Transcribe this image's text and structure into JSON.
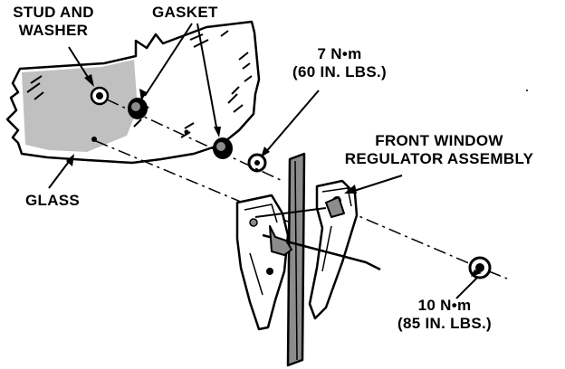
{
  "diagram": {
    "labels": {
      "stud_and_washer": [
        "STUD AND",
        "WASHER"
      ],
      "gasket": "GASKET",
      "torque_upper": [
        "7 N•m",
        "(60 IN. LBS.)"
      ],
      "glass": "GLASS",
      "front_window_regulator": [
        "FRONT WINDOW",
        "REGULATOR ASSEMBLY"
      ],
      "torque_lower": [
        "10 N•m",
        "(85 IN. LBS.)"
      ]
    },
    "colors": {
      "ink": "#000000",
      "paper": "#ffffff",
      "gray": "#8c8c8c"
    }
  }
}
